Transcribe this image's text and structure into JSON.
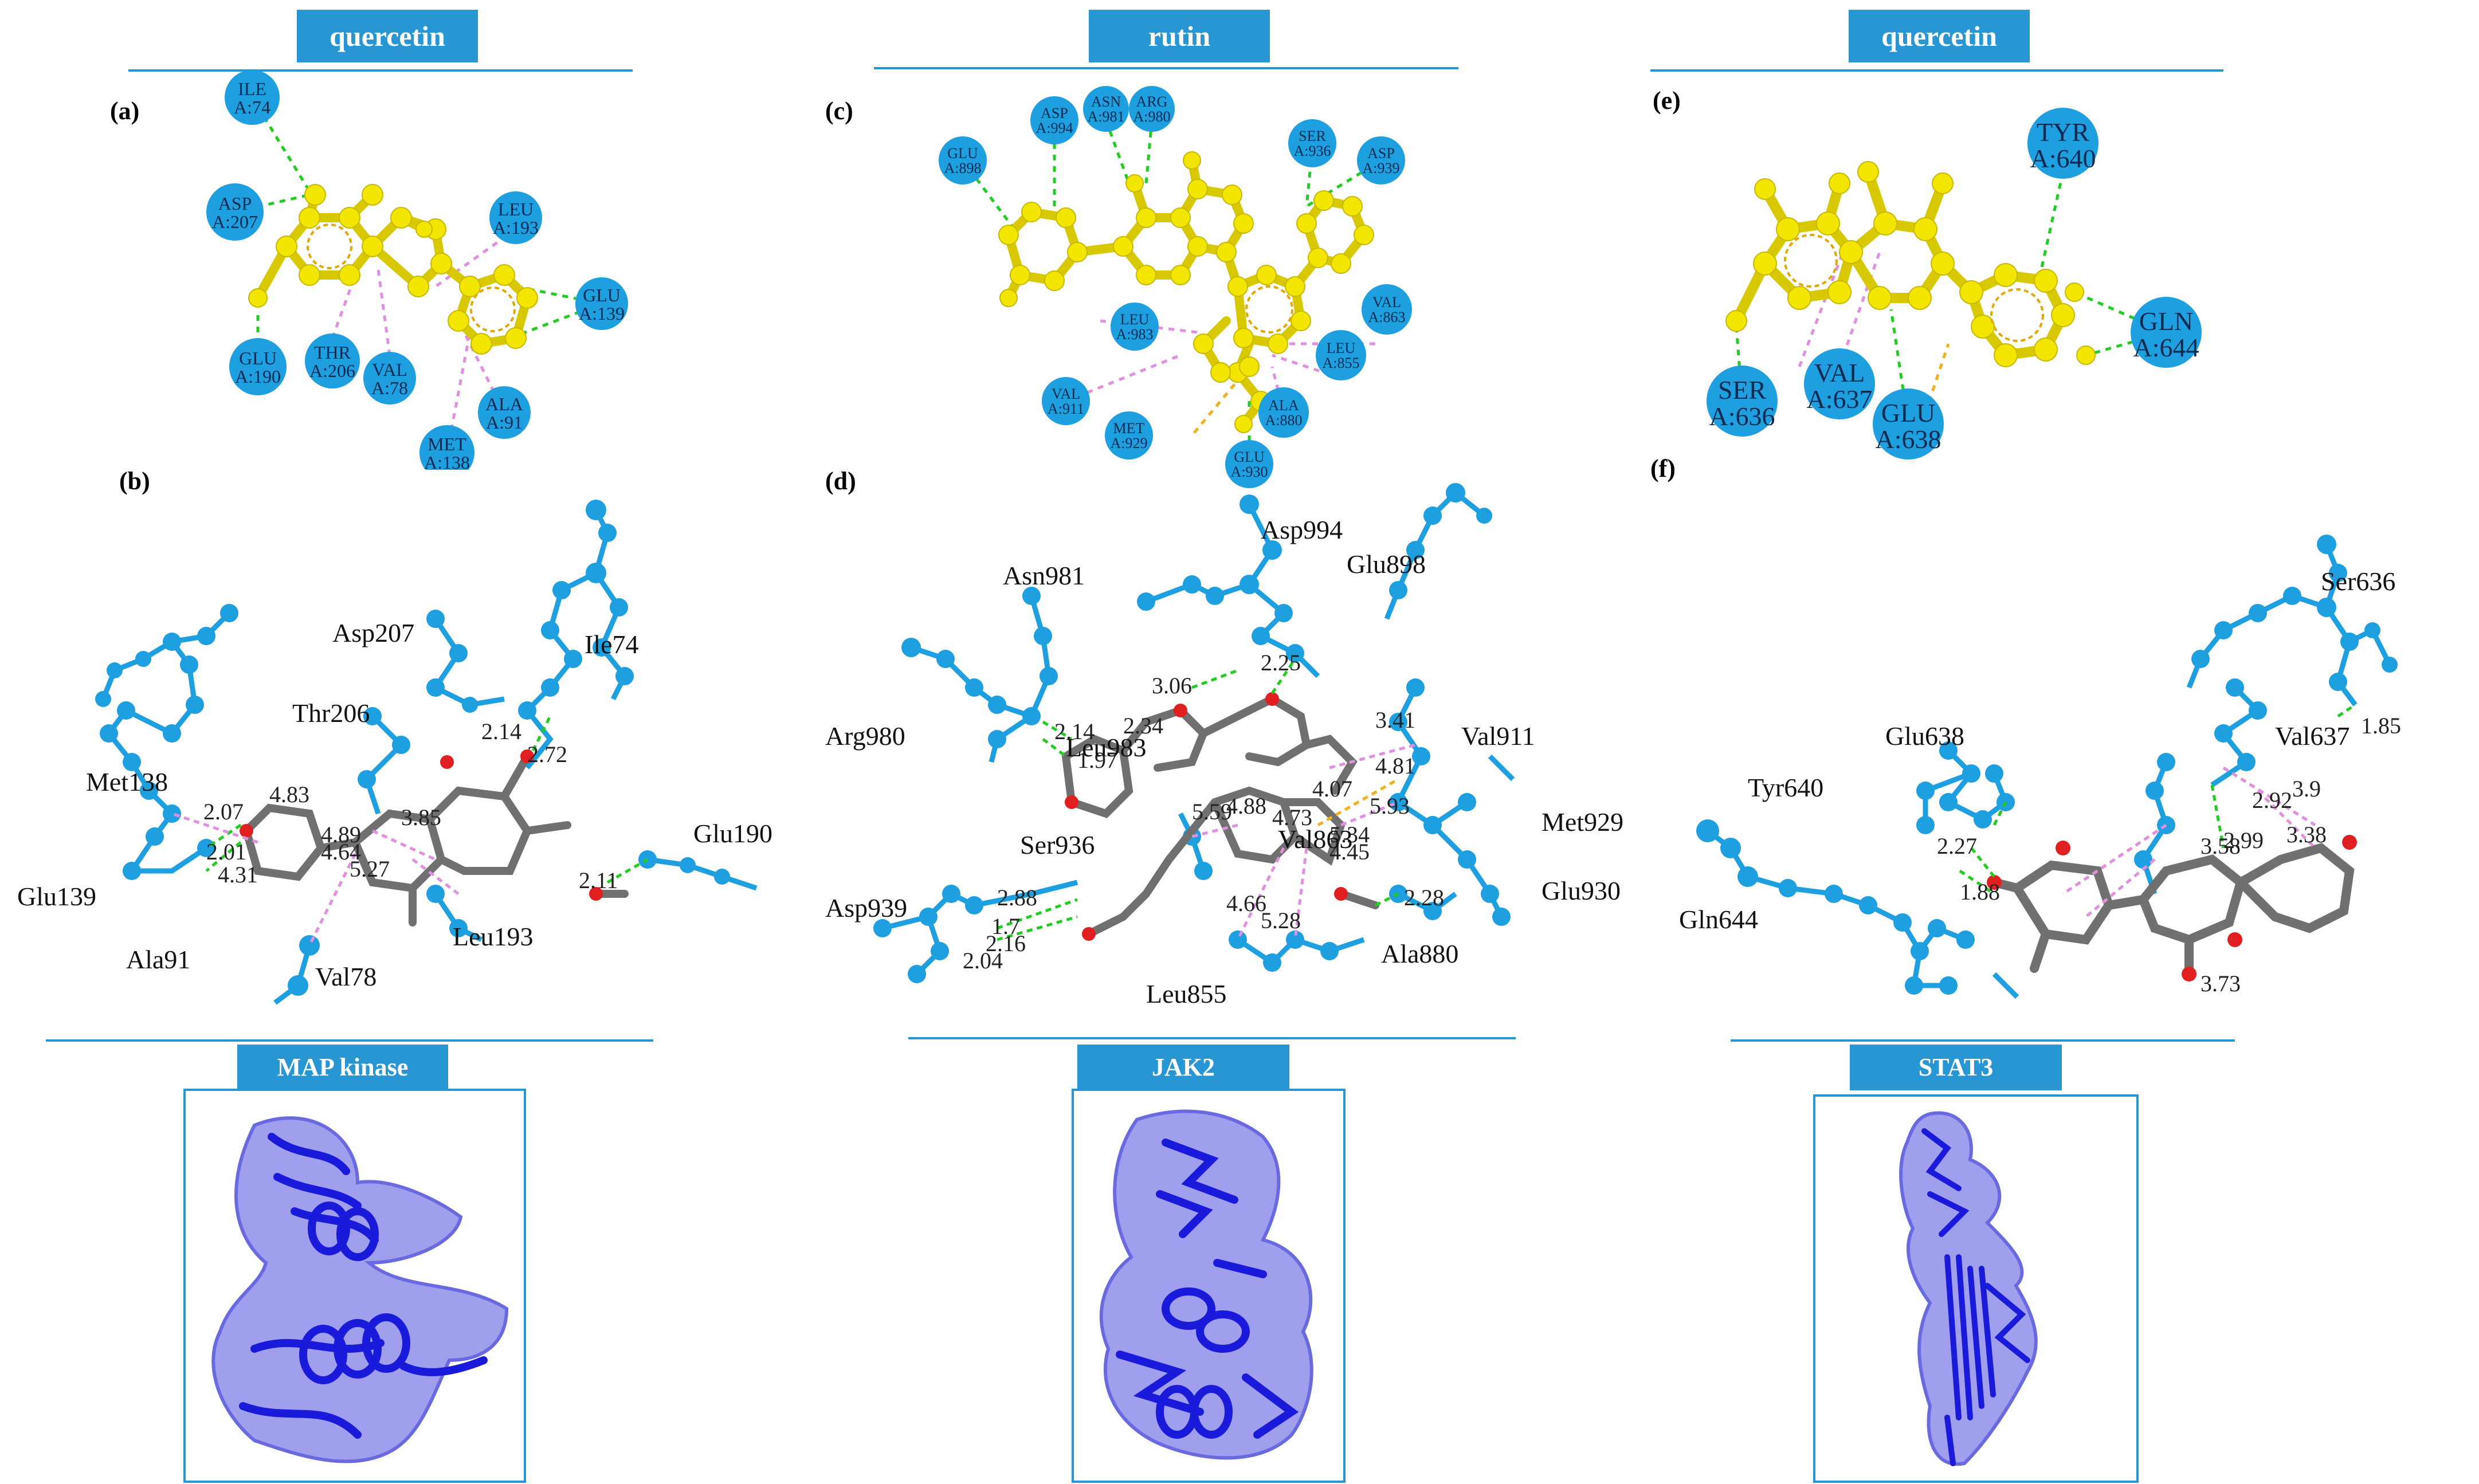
{
  "columns": [
    {
      "ligand": "quercetin",
      "label_2d": "(a)",
      "label_3d": "(b)",
      "protein": "MAP kinase",
      "residues_2d": [
        {
          "l1": "ILE",
          "l2": "A:74"
        },
        {
          "l1": "ASP",
          "l2": "A:207"
        },
        {
          "l1": "LEU",
          "l2": "A:193"
        },
        {
          "l1": "GLU",
          "l2": "A:139"
        },
        {
          "l1": "GLU",
          "l2": "A:190"
        },
        {
          "l1": "THR",
          "l2": "A:206"
        },
        {
          "l1": "VAL",
          "l2": "A:78"
        },
        {
          "l1": "ALA",
          "l2": "A:91"
        },
        {
          "l1": "MET",
          "l2": "A:138"
        }
      ],
      "residues_3d": [
        "Asp207",
        "Ile74",
        "Thr206",
        "Met138",
        "Glu190",
        "Glu139",
        "Ala91",
        "Leu193",
        "Val78"
      ],
      "distances": [
        "2.14",
        "2.72",
        "2.07",
        "4.83",
        "3.85",
        "2.01",
        "4.89",
        "4.64",
        "4.31",
        "5.27",
        "2.11"
      ]
    },
    {
      "ligand": "rutin",
      "label_2d": "(c)",
      "label_3d": "(d)",
      "protein": "JAK2",
      "residues_2d": [
        {
          "l1": "GLU",
          "l2": "A:898"
        },
        {
          "l1": "ASP",
          "l2": "A:994"
        },
        {
          "l1": "ASN",
          "l2": "A:981"
        },
        {
          "l1": "ARG",
          "l2": "A:980"
        },
        {
          "l1": "SER",
          "l2": "A:936"
        },
        {
          "l1": "ASP",
          "l2": "A:939"
        },
        {
          "l1": "VAL",
          "l2": "A:863"
        },
        {
          "l1": "LEU",
          "l2": "A:855"
        },
        {
          "l1": "ALA",
          "l2": "A:880"
        },
        {
          "l1": "LEU",
          "l2": "A:983"
        },
        {
          "l1": "VAL",
          "l2": "A:911"
        },
        {
          "l1": "MET",
          "l2": "A:929"
        },
        {
          "l1": "GLU",
          "l2": "A:930"
        }
      ],
      "residues_3d": [
        "Asp994",
        "Asn981",
        "Glu898",
        "Arg980",
        "Val911",
        "Leu983",
        "Met929",
        "Ser936",
        "Val863",
        "Glu930",
        "Asp939",
        "Ala880",
        "Leu855"
      ],
      "distances": [
        "2.25",
        "3.06",
        "2.14",
        "2.34",
        "1.97",
        "3.41",
        "4.07",
        "4.81",
        "5.93",
        "4.73",
        "4.88",
        "5.34",
        "4.45",
        "2.88",
        "1.7",
        "2.16",
        "2.04",
        "4.66",
        "5.28",
        "2.28",
        "5.59"
      ]
    },
    {
      "ligand": "quercetin",
      "label_2d": "(e)",
      "label_3d": "(f)",
      "protein": "STAT3",
      "residues_2d": [
        {
          "l1": "TYR",
          "l2": "A:640"
        },
        {
          "l1": "GLN",
          "l2": "A:644"
        },
        {
          "l1": "SER",
          "l2": "A:636"
        },
        {
          "l1": "VAL",
          "l2": "A:637"
        },
        {
          "l1": "GLU",
          "l2": "A:638"
        }
      ],
      "residues_3d": [
        "Ser636",
        "Glu638",
        "Val637",
        "Tyr640",
        "Gln644"
      ],
      "distances": [
        "1.85",
        "3.9",
        "2.92",
        "2.99",
        "3.38",
        "3.58",
        "2.27",
        "1.88",
        "3.73"
      ]
    }
  ],
  "colors": {
    "accent": "#2896d3",
    "residue_ball": "#1e9fe0",
    "ligand_2d": "#f2e600",
    "ligand_3d": "#707070",
    "hbond": "#22cc22",
    "hydrophobic": "#e090e0",
    "pi_other": "#f0b020",
    "protein_cartoon": "#1a1adb",
    "protein_surface": "#7f7fe8"
  }
}
